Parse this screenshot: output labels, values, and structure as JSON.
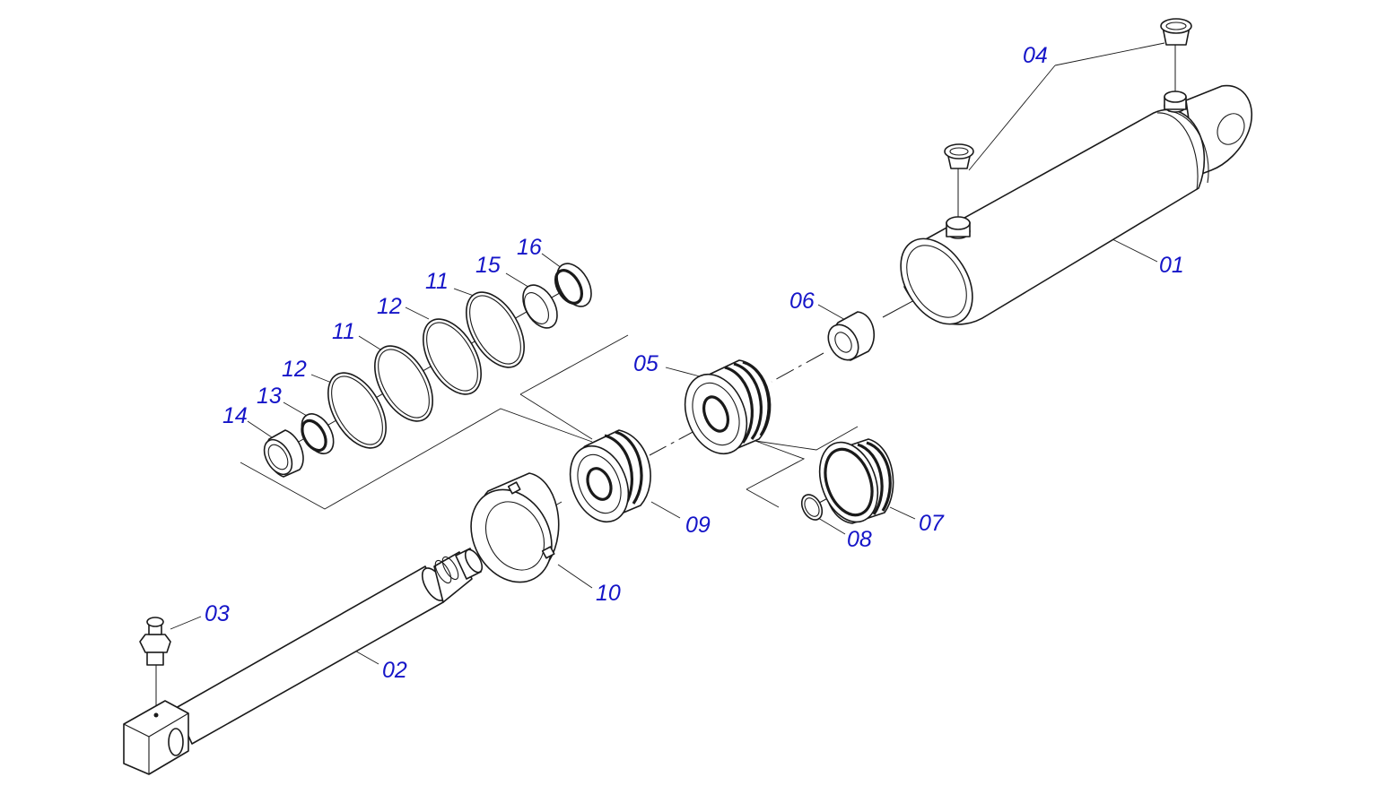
{
  "diagram": {
    "callout_color": "#1515c8",
    "line_color": "#1a1a1a",
    "background": "#ffffff",
    "callouts": {
      "c01": "01",
      "c02": "02",
      "c03": "03",
      "c04": "04",
      "c05": "05",
      "c06": "06",
      "c07": "07",
      "c08": "08",
      "c09": "09",
      "c10": "10",
      "c11a": "11",
      "c11b": "11",
      "c12a": "12",
      "c12b": "12",
      "c13": "13",
      "c14": "14",
      "c15": "15",
      "c16": "16"
    }
  }
}
